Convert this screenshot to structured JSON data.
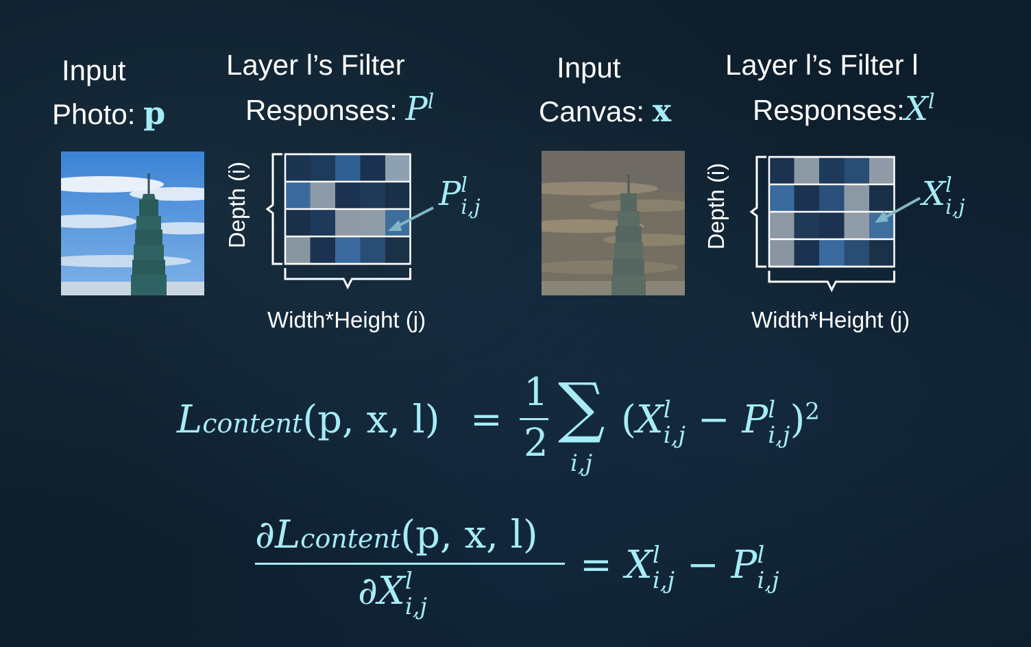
{
  "panel_p": {
    "title_line1": "Input",
    "title_line2": "Photo:",
    "symbol": "p"
  },
  "panel_P": {
    "title_line1": "Layer l’s Filter",
    "title_line2": "Responses:",
    "symbol": "P",
    "symbol_sup": "l",
    "cell_symbol": "P",
    "cell_sup": "l",
    "cell_sub": "i,j",
    "ylabel": "Depth (i)",
    "xlabel": "Width*Height (j)"
  },
  "panel_x": {
    "title_line1": "Input",
    "title_line2": "Canvas:",
    "symbol": "x"
  },
  "panel_X": {
    "title_line1": "Layer l’s Filter l",
    "title_line2": "Responses:",
    "symbol": "X",
    "symbol_sup": "l",
    "cell_symbol": "X",
    "cell_sup": "l",
    "cell_sub": "i,j",
    "ylabel": "Depth (i)",
    "xlabel": "Width*Height (j)"
  },
  "equation1": {
    "lhs_L": "L",
    "lhs_sub": "content",
    "lhs_args": "(p, x, l)",
    "eq": "=",
    "frac_num": "1",
    "frac_den": "2",
    "sum_sub": "i,j",
    "term": "(X − P)²",
    "index_sup": "l",
    "index_sub": "i,j"
  },
  "equation2": {
    "num": "∂L",
    "num_sub": "content",
    "num_args": "(p, x, l)",
    "den": "∂X",
    "den_sup": "l",
    "den_sub": "i,j",
    "rhs_X": "X",
    "rhs_P": "P",
    "rhs_sup": "l",
    "rhs_sub": "i,j"
  },
  "grid_colors": {
    "left": [
      [
        "#1b3550",
        "#1d3b5b",
        "#2f5f92",
        "#1a3250",
        "#8ea1b3"
      ],
      [
        "#3a6a9e",
        "#8d9aa7",
        "#1b3350",
        "#1f3a58",
        "#1a2f48"
      ],
      [
        "#1a2f48",
        "#1d3a5a",
        "#8f9aa5",
        "#909ca8",
        "#3f6e9c"
      ],
      [
        "#8995a1",
        "#1b3350",
        "#3a6a9e",
        "#2a4d74",
        "#1b3148"
      ]
    ],
    "right": [
      [
        "#1b3350",
        "#8c98a4",
        "#1d3a5a",
        "#2a4d74",
        "#8f9ba7"
      ],
      [
        "#3a6a9e",
        "#1b3350",
        "#2a4f7a",
        "#8c98a4",
        "#1a2f48"
      ],
      [
        "#8c98a4",
        "#1f3a58",
        "#1b3350",
        "#909ca8",
        "#3f6e9c"
      ],
      [
        "#8995a1",
        "#1b3350",
        "#3a6a9e",
        "#2a4d74",
        "#1b3148"
      ]
    ]
  },
  "colors": {
    "accent": "#a6ecf7",
    "arrow": "#7fb7c6",
    "text": "#ffffff"
  }
}
